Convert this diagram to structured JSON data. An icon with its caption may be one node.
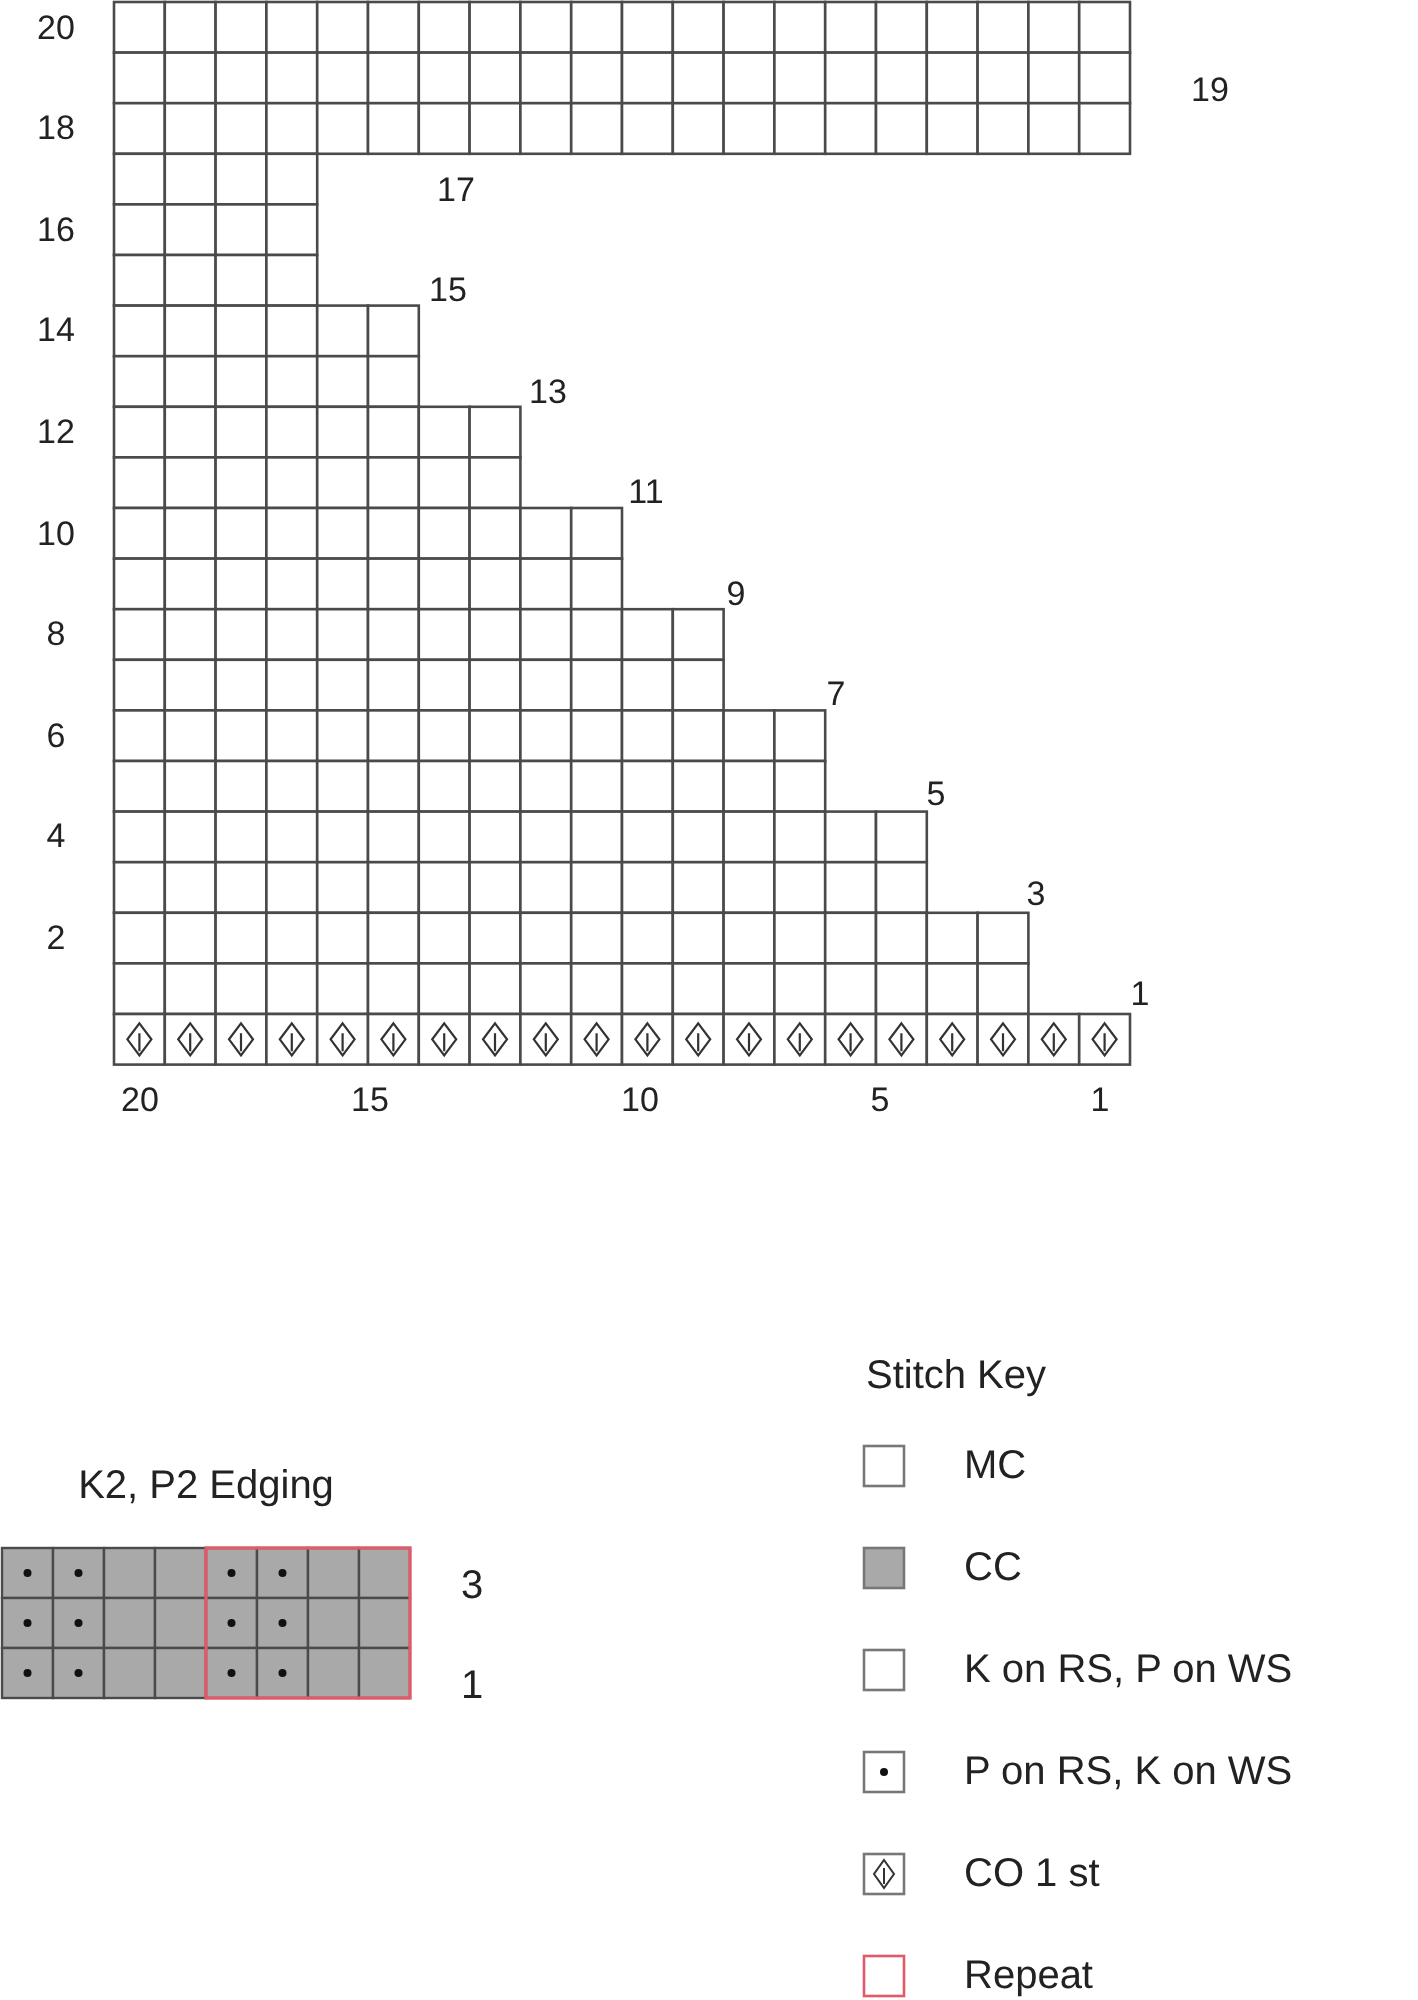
{
  "diagram": {
    "labels": [
      "20",
      "19",
      "18",
      "17",
      "16",
      "15",
      "14",
      "13",
      "12",
      "11",
      "10",
      "9",
      "8",
      "7",
      "6",
      "5",
      "4",
      "3",
      "2",
      "1",
      "20",
      "15",
      "10",
      "5",
      "1",
      "Stitch Key",
      "K2, P2 Edging",
      "3",
      "1"
    ],
    "legend": [
      {
        "text": "MC"
      },
      {
        "text": "CC",
        "color": "#a9a9a9"
      },
      {
        "text": "K on RS, P on WS"
      },
      {
        "text": "P on RS, K on WS"
      },
      {
        "text": "CO 1 st"
      },
      {
        "text": "Repeat"
      }
    ]
  }
}
